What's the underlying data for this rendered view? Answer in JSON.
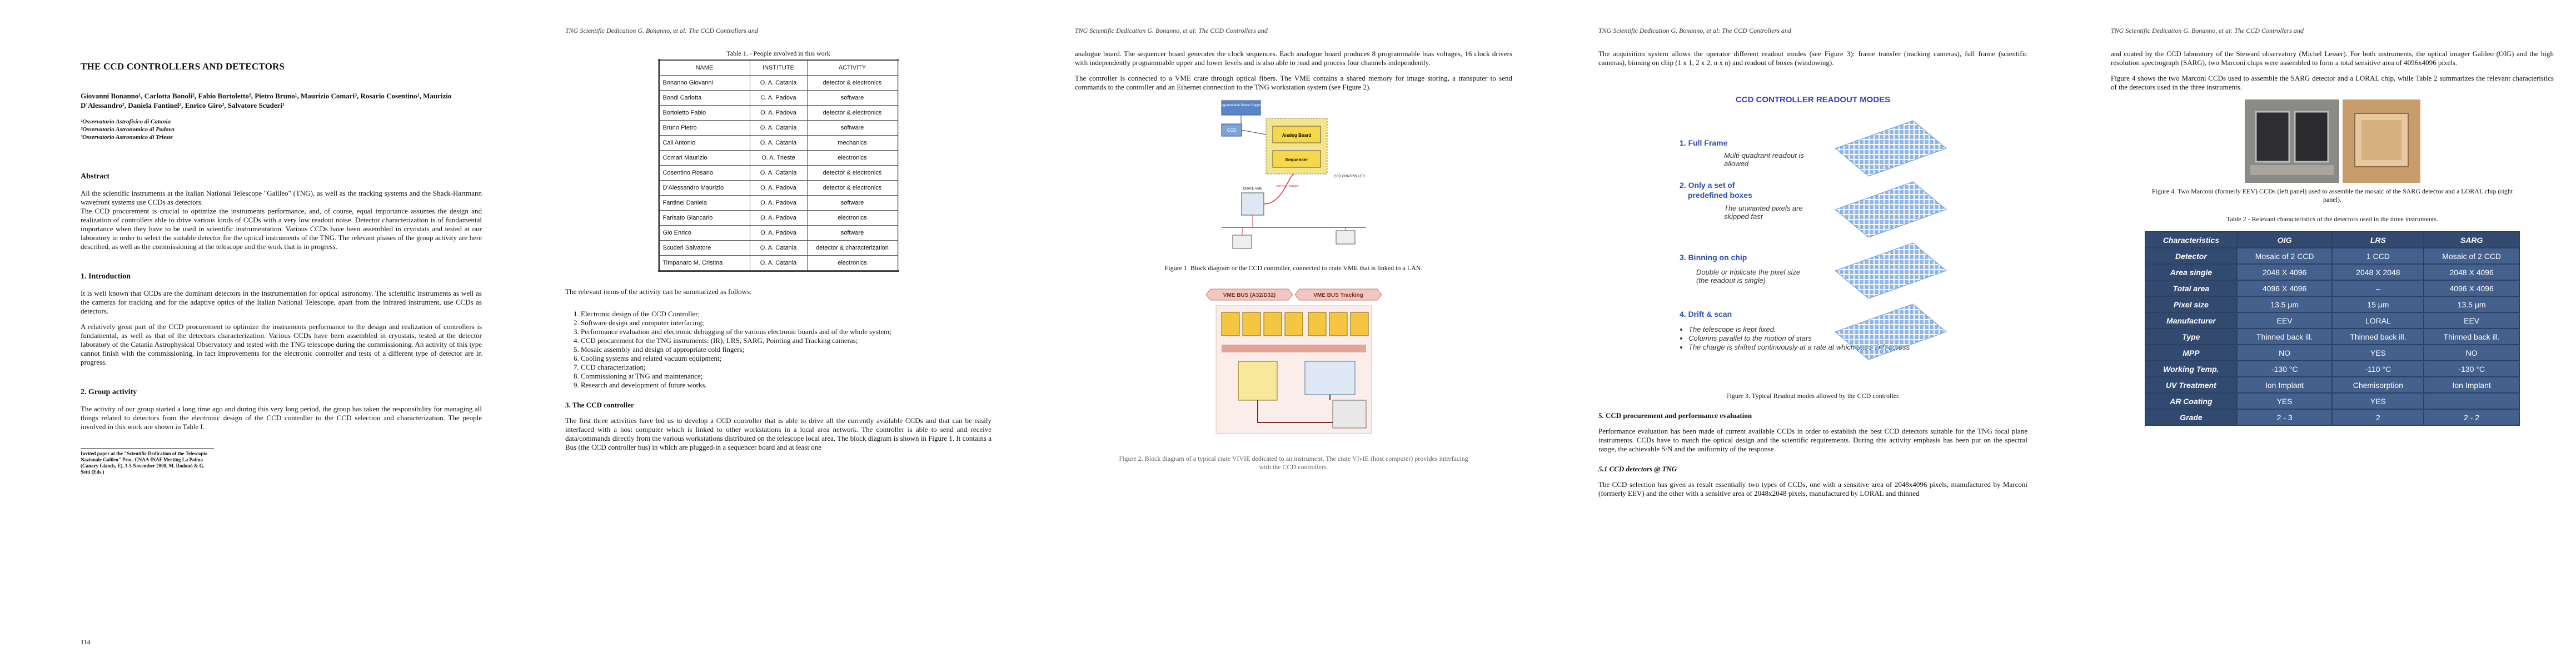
{
  "running_header": "TNG Scientific Dedication  G. Bonanno, et al: The CCD Controllers and",
  "p1": {
    "title": "THE CCD CONTROLLERS AND DETECTORS",
    "authors": "Giovanni Bonanno¹, Carlotta Bonoli², Fabio Bortoletto², Pietro Bruno¹, Maurizio Comari³, Rosario Cosentino¹, Maurizio D'Alessandro², Daniela Fantinel², Enrico Giro², Salvatore Scuderi¹",
    "affiliations": [
      "¹Osservatorio Astrofisico di Catania",
      "²Osservatorio Astronomico di Padova",
      "³Osservatorio Astronomico di Trieste"
    ],
    "abstract_heading": "Abstract",
    "abstract_1": "All the scientific instruments at the Italian National Telescope \"Galileo\" (TNG), as well as the tracking systems and the Shack-Hartmann wavefront systems use CCDs as detectors.",
    "abstract_2": "The CCD procurement is crucial to optimize the instruments performance, and, of course, equal importance assumes the design and realization of controllers able to drive various kinds of CCDs with a very low readout noise. Detector characterization is of fundamental importance when they have to be used in scientific instrumentation. Various CCDs have been assembled in cryostats and tested at our laboratory in order to select the suitable detector for the optical instruments of the TNG. The relevant phases of the group activity are here described, as well as the commissioning at the telescope and the work that is in progress.",
    "intro_heading": "1.     Introduction",
    "intro_1": "It is well known that CCDs are the dominant detectors in the instrumentation for optical astronomy. The scientific instruments as well as the cameras for tracking and for the adaptive optics of the Italian National Telescope, apart from the infrared instrument, use CCDs as detectors.",
    "intro_2": "A relatively great part of the CCD procurement to optimize the instruments performance to the design and realization of controllers is fundamental, as well as that of the detectors characterization. Various CCDs have been assembled in cryostats, tested at the detector laboratory of the Catania Astrophysical Observatory and tested with the TNG telescope during the commissioning. An activity of this type cannot finish with the commissioning, in fact improvements for the electronic controller and tests of a different type of detector are in progress.",
    "group_heading": "2.     Group activity",
    "group_1": "The activity of our group started a long time ago and during this very long period, the group has taken the responsibility for managing all things related to detectors from the electronic design of the CCD controller to the CCD selection and characterization. The people involved in this work are shown in Table I.",
    "footnote": "Invited paper at the \"Scientific Dedication of the Telescopio Nazionale Galileo\" Proc. CNAA INAF Meeting La Palma (Canary Islands, E), 3-5 November 2000, M. Rodonò & G. Setti (Eds.)",
    "page_number": "114"
  },
  "p2": {
    "table_caption": "Table 1. - People involved in this work",
    "table_headers": [
      "NAME",
      "INSTITUTE",
      "ACTIVITY"
    ],
    "table_rows": [
      [
        "Bonanno Giovanni",
        "O. A. Catania",
        "detector & electronics"
      ],
      [
        "Bondi Carlotta",
        "C. A. Padova",
        "software"
      ],
      [
        "Bortoletto Fabio",
        "O. A. Padova",
        "detector & electronics"
      ],
      [
        "Bruno Pietro",
        "O. A. Catania",
        "software"
      ],
      [
        "Cali Antonio",
        "O. A. Catania",
        "mechanics"
      ],
      [
        "Comari Maurizio",
        "O. A. Trieste",
        "electronics"
      ],
      [
        "Cosentino Rosario",
        "O. A. Catania",
        "detector & electronics"
      ],
      [
        "D'Alessandro Maurizio",
        "O. A. Padova",
        "detector & electronics"
      ],
      [
        "Fantinel Daniela",
        "O. A. Padova",
        "software"
      ],
      [
        "Farisato Giancarlo",
        "O. A. Padova",
        "electronics"
      ],
      [
        "Gio Enrico",
        "O. A. Padova",
        "software"
      ],
      [
        "Scuderi Salvatore",
        "O. A. Catania",
        "detector & characterization"
      ],
      [
        "Timpanaro M. Cristina",
        "O. A. Catania",
        "electronics"
      ]
    ],
    "list_intro": "The relevant items of the activity can be summarized as follows:",
    "items": [
      "Electronic design of the CCD Controller;",
      "Software design and computer interfacing;",
      "Performance evaluation and electronic debugging of the various electronic boards and of the whole system;",
      "CCD procurement for the TNG instruments: (IR), LRS, SARG, Pointing and Tracking cameras;",
      "Mosaic assembly and design of appropriate cold fingers;",
      "Cooling systems and related vacuum equipment;",
      "CCD characterization;",
      "Commissioning at TNG and maintenance;",
      "Research and development of future works."
    ],
    "section3_heading": "3. The CCD controller",
    "section3_text": "The first three activities have led us to develop a CCD controller that is able to drive all the currently available CCDs and that can be easily interfaced with a host computer which is linked to other workstations in a local area network. The controller is able to send and receive data/commands directly from the various workstations distributed on the telescope local area. The block diagram is shown in Figure 1. It contains a Bus (the CCD controller bus) in which are plugged-in a sequencer board and at least one"
  },
  "p3": {
    "text_1": "analogue board. The sequencer board generates the clock sequences. Each analogue board produces 8 programmable bias voltages, 16 clock drivers with independently programmable upper and lower levels and is also able to read and process four channels independently.",
    "text_2": "The controller is connected to a VME crate through optical fibers. The VME contains a shared memory for image storing, a transputer to send commands to the controller and an Ethernet connection to the TNG workstation system (see Figure 2).",
    "fig1_labels": [
      "Programmable Power Supplies",
      "CCD",
      "Analog Board",
      "Sequencer",
      "CCD CONTROLLER",
      "CRATE VME",
      "OPTICAL FIBERS"
    ],
    "fig1_caption": "Figure 1. Block diagram or the CCD controller, connected to crate VME that is linked to a LAN.",
    "fig2_bus_left": "VME BUS (A32/D32)",
    "fig2_bus_right": "VME BUS Tracking",
    "fig2_caption": "Figure 2. Block diagram of a typical crate VIVIE dedicated to an instrument. The crate VIvIE (host computer) provides interfacing with the CCD controllers."
  },
  "p4": {
    "text_1": "The acquisition system allows the operator different readout modes (see Figure 3): frame transfer (tracking cameras), full frame (scientific cameras), binning on chip (1 x 1, 2 x 2, n x n) and readout of boxes (windowing).",
    "readout_title": "CCD CONTROLLER READOUT MODES",
    "mode_1": "1. Full Frame",
    "mode_1_note": "Multi-quadrant readout is allowed",
    "mode_2a": "2. Only a set of",
    "mode_2b": "predefined boxes",
    "mode_2_note": "The unwanted pixels are skipped fast",
    "mode_3": "3. Binning on chip",
    "mode_3_note": "Double or triplicate the pixel size (the readout is single)",
    "mode_4": "4. Drift & scan",
    "mode_4_bullets": [
      "The telescope is kept fixed.",
      "Columns parallel to the motion of stars",
      "The charge is shifted continuously at a rate at which stars drift across"
    ],
    "fig3_caption": "Figure 3. Typical Readout modes allowed by the CCD controller.",
    "section5_heading": "5. CCD procurement and performance evaluation",
    "section5_text": "Performance evaluation has been made of current available CCDs in order to establish the best CCD detectors suitable for the TNG focal plane instruments. CCDs have to match the optical design and the scientific requirements. During this activity emphasis has been put on the spectral range, the achievable S/N and the uniformity of the response.",
    "section51_heading": "5.1 CCD detectors @ TNG",
    "section51_text": "The CCD selection has given as result essentially two types of CCDs, one with a sensitive area of 2048x4096 pixels, manufactured by Marconi (formerly EEV) and the other with a sensitive area of 2048x2048 pixels, manufactured by LORAL and thinned"
  },
  "p5": {
    "text_1": "and coated by the CCD laboratory of the Steward observatory (Michel Lesser). For both instruments, the optical imager Galileo (OIG) and the high resolution spectrograph (SARG), two Marconi chips were assembled to form a total sensitive area of 4096x4096 pixels.",
    "text_2": "Figure 4 shows the two Marconi CCDs used to assemble the SARG detector and a LORAL chip, while Table 2 summarizes the relevant characteristics of the detectors used in the three instruments.",
    "fig4_caption": "Figure 4. Two Marconi (formerly EEV) CCDs (left panel) used to assemble the mosaic of the SARG detector and a LORAL chip (right panel).",
    "table2_caption": "Table 2 - Relevant characteristics of the detectors used in the three instruments.",
    "table2_headers": [
      "Characteristics",
      "OIG",
      "LRS",
      "SARG"
    ],
    "table2_rows": [
      [
        "Detector",
        "Mosaic of 2 CCD",
        "1 CCD",
        "Mosaic of 2 CCD"
      ],
      [
        "Area single",
        "2048 X 4096",
        "2048 X 2048",
        "2048 X 4096"
      ],
      [
        "Total area",
        "4096 X 4096",
        "–",
        "4096 X 4096"
      ],
      [
        "Pixel size",
        "13.5 μm",
        "15 μm",
        "13.5 μm"
      ],
      [
        "Manufacturer",
        "EEV",
        "LORAL",
        "EEV"
      ],
      [
        "Type",
        "Thinned back ill.",
        "Thinned back ill.",
        "Thinned back ill."
      ],
      [
        "MPP",
        "NO",
        "YES",
        "NO"
      ],
      [
        "Working Temp.",
        "-130 °C",
        "-110 °C",
        "-130 °C"
      ],
      [
        "UV Treatment",
        "Ion Implant",
        "Chemisorption",
        "Ion Implant"
      ],
      [
        "AR Coating",
        "YES",
        "YES",
        ""
      ],
      [
        "Grade",
        "2 - 3",
        "2",
        "2 - 2"
      ]
    ]
  }
}
